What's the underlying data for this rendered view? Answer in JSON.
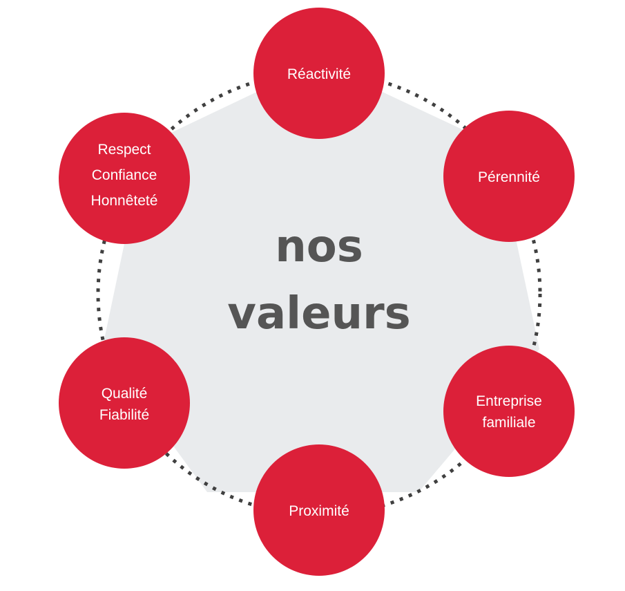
{
  "center": {
    "line1": "nos",
    "line2": "valeurs"
  },
  "values": [
    {
      "lines": [
        "Réactivité"
      ]
    },
    {
      "lines": [
        "Pérennité"
      ]
    },
    {
      "lines": [
        "Entreprise",
        "familiale"
      ]
    },
    {
      "lines": [
        "Proximité"
      ]
    },
    {
      "lines": [
        "Qualité",
        "Fiabilité"
      ]
    },
    {
      "lines": [
        "Respect",
        "Confiance",
        "Honnêteté"
      ]
    }
  ],
  "colors": {
    "node_fill": "#dc2039",
    "hexagon_fill": "#e9ebed",
    "dotted_outline": "#404040",
    "center_text": "#555555",
    "node_text": "#ffffff"
  }
}
